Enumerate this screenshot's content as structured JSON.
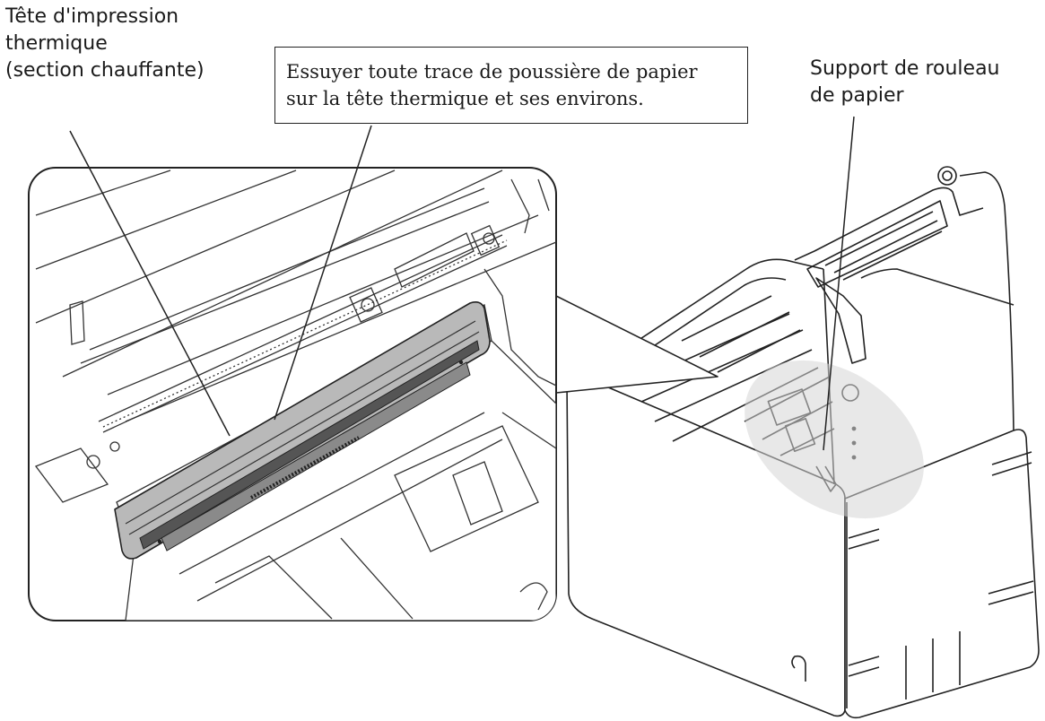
{
  "labels": {
    "thermal_head": [
      "Tête d'impression",
      "thermique",
      "(section chauffante)"
    ],
    "instruction": [
      "Essuyer toute trace de poussière de papier",
      "sur la tête thermique et ses environs."
    ],
    "roll_holder": [
      "Support de rouleau",
      "de papier"
    ]
  },
  "colors": {
    "line": "#222222",
    "head_fill": "#b9b9b9",
    "highlight_fill": "#d6d6d6"
  }
}
